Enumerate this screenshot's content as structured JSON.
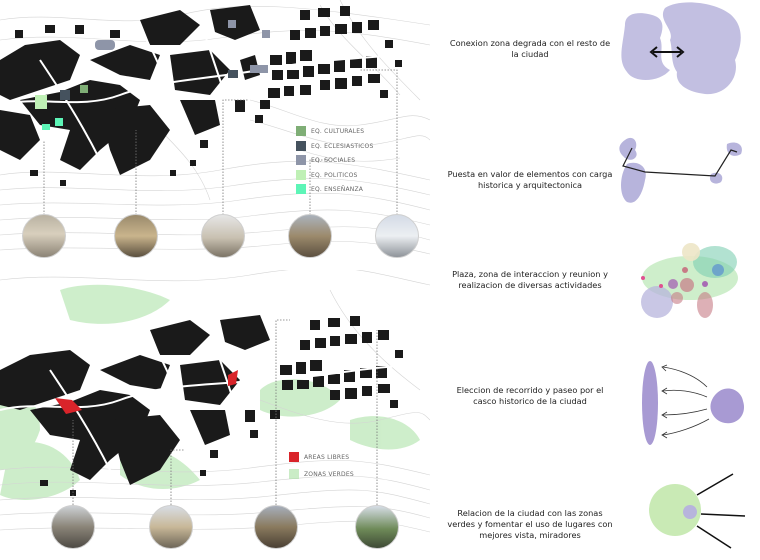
{
  "colors": {
    "buildings": "#1a1a1a",
    "contour": "#cfcfcf",
    "lavender": "#b7b4dc",
    "purple": "#a89ad3",
    "green_zone": "#a6e0a0",
    "red_zone": "#d9242a"
  },
  "map_top": {
    "legend": [
      {
        "label": "EQ. CULTURALES",
        "color": "#7fae76"
      },
      {
        "label": "EQ. ECLESIASTICOS",
        "color": "#45525e"
      },
      {
        "label": "EQ. SOCIALES",
        "color": "#8e95a8"
      },
      {
        "label": "EQ. POLITICOS",
        "color": "#bff0b5"
      },
      {
        "label": "EQ. ENSEÑANZA",
        "color": "#5df5b7"
      }
    ],
    "photos": [
      "photo-building-facade",
      "photo-arcade-building",
      "photo-church-square",
      "photo-stone-church",
      "photo-modern-building"
    ]
  },
  "map_bottom": {
    "legend": [
      {
        "label": "AREAS LIBRES",
        "color": "#d9242a"
      },
      {
        "label": "ZONAS VERDES",
        "color": "#a6e0a0"
      }
    ],
    "photos": [
      "photo-street",
      "photo-plaza-buildings",
      "photo-church-plaza",
      "photo-river-park"
    ]
  },
  "strategies": [
    {
      "text": "Conexion zona degrada con el resto de la ciudad",
      "icon": "connection-blob-icon"
    },
    {
      "text": "Puesta en valor de elementos con carga historica y arquitectonica",
      "icon": "heritage-link-icon"
    },
    {
      "text": "Plaza, zona de interaccion y reunion y realizacion de diversas actividades",
      "icon": "plaza-overlap-icon"
    },
    {
      "text": "Eleccion de recorrido y paseo por el casco historico de la ciudad",
      "icon": "route-arrows-icon"
    },
    {
      "text": "Relacion de la ciudad con las zonas verdes y fomentar el uso de lugares con mejores vista, miradores",
      "icon": "viewpoint-icon"
    }
  ]
}
